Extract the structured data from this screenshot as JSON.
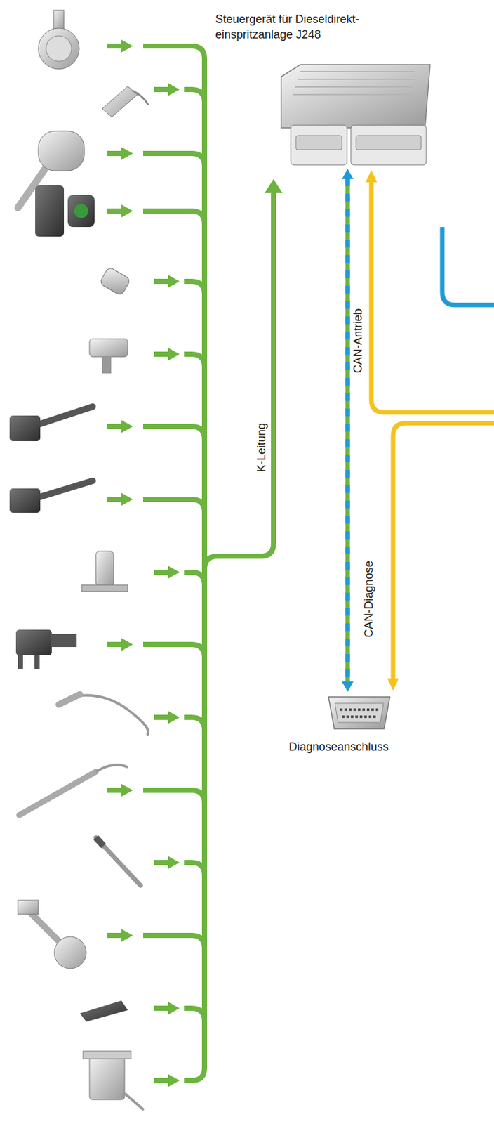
{
  "diagram": {
    "nodes": [
      {
        "text": [
          "Steuergerät für Dieseldirekt- einspritzanlage J248"
        ]
      },
      {
        "text": [
          "Diagnoseanschluss"
        ]
      }
    ],
    "edges": [
      {
        "from": 0,
        "to": 1,
        "arrow": "both",
        "label": "CAN-Diagnose"
      }
    ],
    "labels": [
      "K-Leitung",
      "CAN-Antrieb"
    ]
  }
}
